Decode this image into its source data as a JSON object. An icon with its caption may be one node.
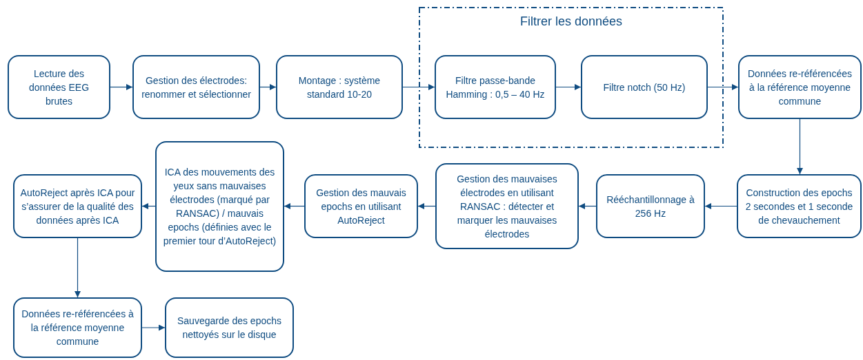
{
  "diagram": {
    "nodes": [
      {
        "text": [
          "Lecture des données EEG brutes"
        ]
      },
      {
        "text": [
          "Gestion des électrodes: renommer et sélectionner"
        ]
      },
      {
        "text": [
          "Montage : système standard 10-20"
        ]
      },
      {
        "text": [
          "Filtrer les données"
        ]
      },
      {
        "text": [
          "Filtre passe-bande Hamming : 0,5 – 40 Hz"
        ],
        "in": 3
      },
      {
        "text": [
          "Filtre notch (50 Hz)"
        ],
        "in": 3
      },
      {
        "text": [
          "Données re-référencées à la référence moyenne commune"
        ]
      },
      {
        "text": [
          "Construction des epochs 2 secondes et 1 seconde de chevauchement"
        ]
      },
      {
        "text": [
          "Rééchantillonnage à 256 Hz"
        ]
      },
      {
        "text": [
          "Gestion des mauvaises électrodes en utilisant RANSAC : détecter et marquer les mauvaises électrodes"
        ]
      },
      {
        "text": [
          "Gestion des mauvais epochs en utilisant AutoReject"
        ]
      },
      {
        "text": [
          "ICA des mouvements des yeux sans mauvaises électrodes (marqué par RANSAC) / mauvais epochs (définies avec le premier tour d’AutoReject)"
        ]
      },
      {
        "text": [
          "AutoReject après ICA pour s’assurer de la qualité des données après ICA"
        ]
      },
      {
        "text": [
          "Données re-référencées à la référence moyenne commune"
        ]
      },
      {
        "text": [
          "Sauvegarde des epochs nettoyés sur le disque"
        ]
      }
    ],
    "edges": [
      {
        "from": 0,
        "to": 1,
        "arrow": "to"
      },
      {
        "from": 1,
        "to": 2,
        "arrow": "to"
      },
      {
        "from": 2,
        "to": 4,
        "arrow": "to"
      },
      {
        "from": 4,
        "to": 5,
        "arrow": "to"
      },
      {
        "from": 5,
        "to": 6,
        "arrow": "to"
      },
      {
        "from": 6,
        "to": 7,
        "arrow": "to"
      },
      {
        "from": 7,
        "to": 8,
        "arrow": "to"
      },
      {
        "from": 8,
        "to": 9,
        "arrow": "to"
      },
      {
        "from": 9,
        "to": 10,
        "arrow": "to"
      },
      {
        "from": 10,
        "to": 11,
        "arrow": "to"
      },
      {
        "from": 11,
        "to": 12,
        "arrow": "to"
      },
      {
        "from": 12,
        "to": 13,
        "arrow": "to"
      },
      {
        "from": 13,
        "to": 14,
        "arrow": "to"
      }
    ]
  }
}
